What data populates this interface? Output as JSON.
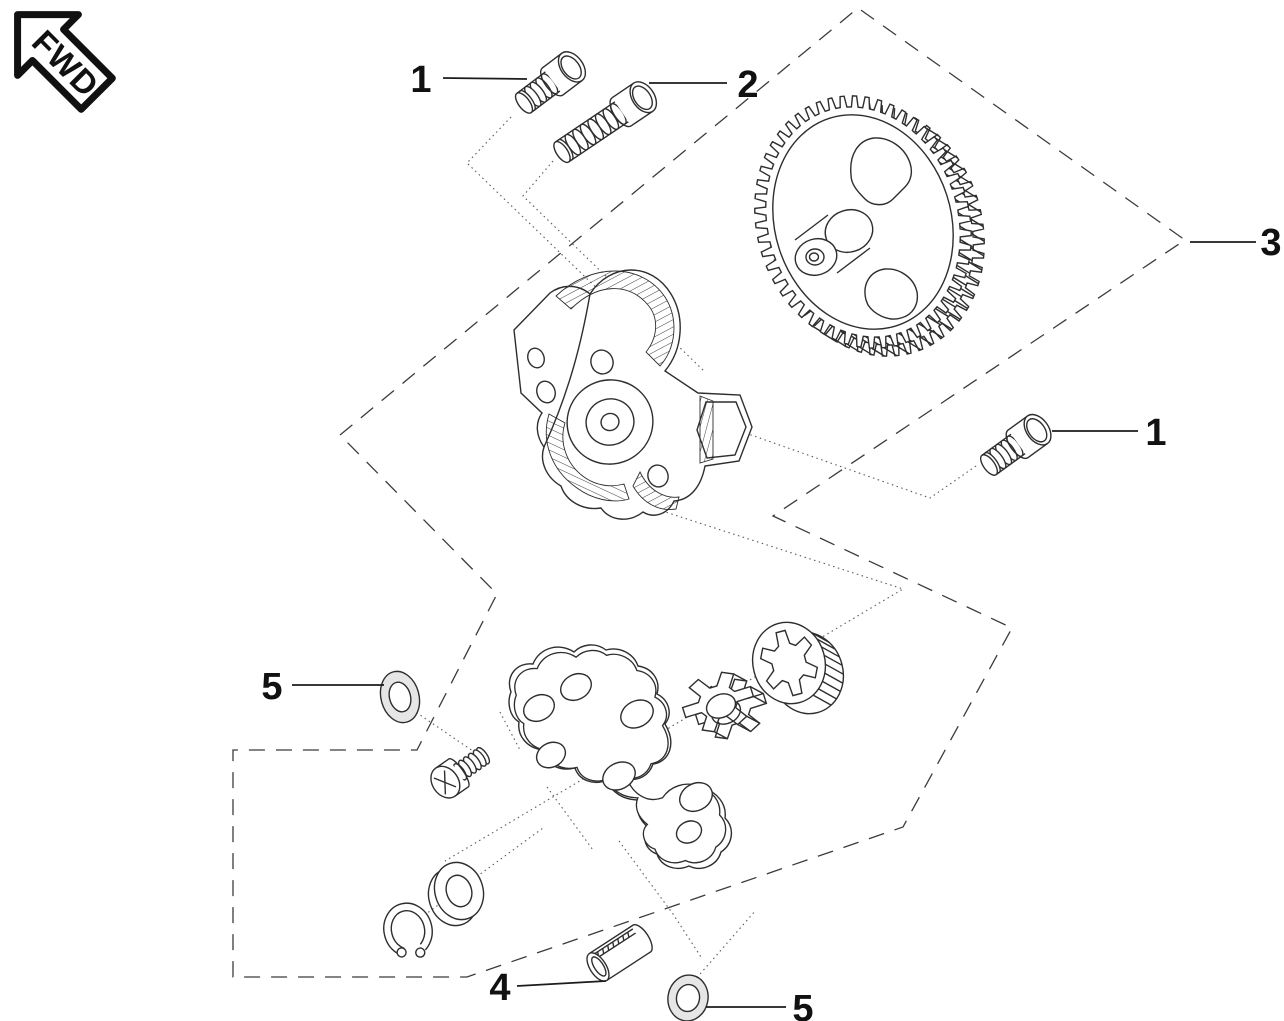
{
  "orientation": {
    "label": "FWD"
  },
  "callouts": {
    "one_top": "1",
    "two": "2",
    "three": "3",
    "one_right": "1",
    "five_left": "5",
    "four": "4",
    "five_bottom": "5"
  },
  "colors": {
    "ink": "#111111",
    "line": "#2e2e2e",
    "shade": "#e6e6e6",
    "background": "#ffffff"
  }
}
